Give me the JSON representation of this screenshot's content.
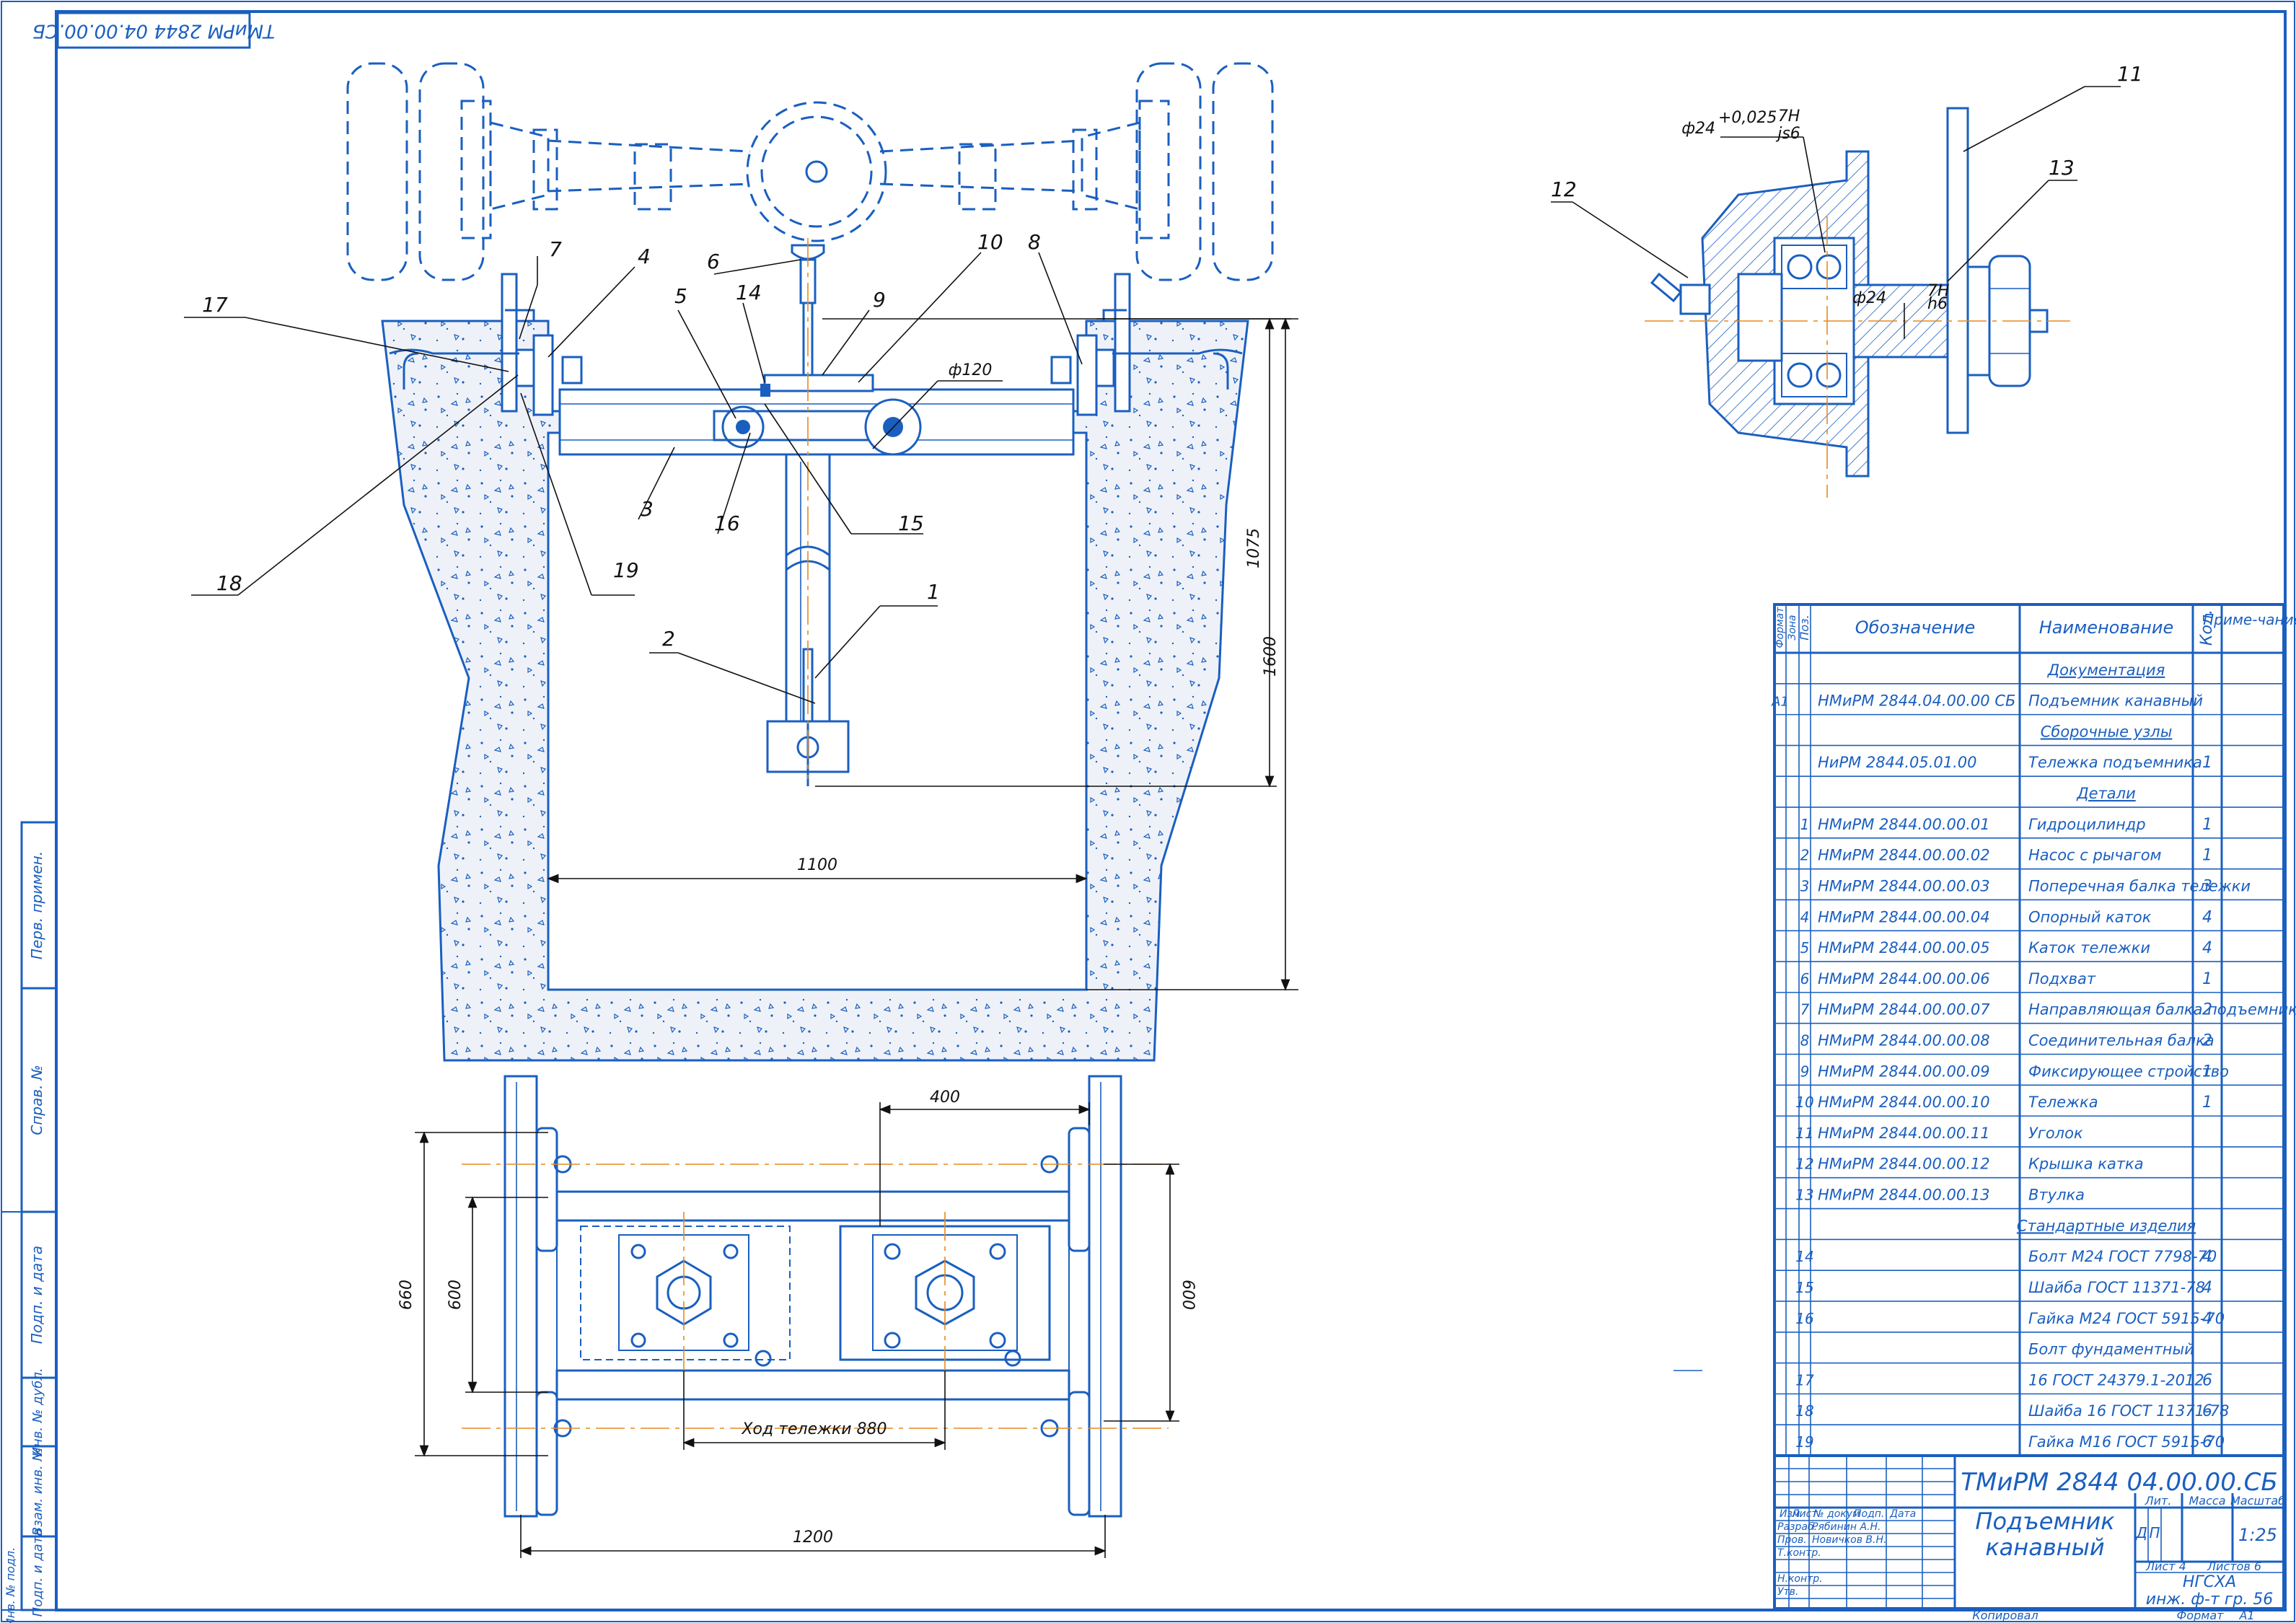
{
  "stamp_top": "ТМиРМ 2844 04.00.00.СБ",
  "leaders": [
    "1",
    "2",
    "3",
    "4",
    "5",
    "6",
    "7",
    "8",
    "9",
    "10",
    "11",
    "12",
    "13",
    "14",
    "15",
    "16",
    "17",
    "18",
    "19"
  ],
  "dims": {
    "d120": "ф120",
    "h1075": "1075",
    "h1600": "1600",
    "w1100": "1100",
    "w400": "400",
    "h660": "660",
    "h600a": "600",
    "h600b": "600",
    "stroke": "Ход тележки 880",
    "w1200": "1200",
    "phi24_fit": "ф24",
    "tol": "+0,025",
    "fit_top": "7H",
    "fit_bot": "js6",
    "phi24_shaft": "ф24",
    "fit2_top": "7H",
    "fit2_bot": "h6"
  },
  "side_stamp": [
    "Перв. примен.",
    "Справ. №",
    "Подп. и дата",
    "Инв. № дубл.",
    "Взам. инв. №",
    "Подп. и дата",
    "Инв. № подл."
  ],
  "spec": {
    "headers": {
      "format": "Формат",
      "zone": "Зона",
      "pos": "Поз.",
      "designation": "Обозначение",
      "name": "Наименование",
      "qty": "Кол.",
      "note": "Приме-чание"
    },
    "rows": [
      {
        "f": "",
        "p": "",
        "d": "",
        "n": "Документация",
        "q": "",
        "section": true
      },
      {
        "f": "А1",
        "p": "",
        "d": "НМиРМ 2844.04.00.00 СБ",
        "n": "Подъемник канавный",
        "q": ""
      },
      {
        "f": "",
        "p": "",
        "d": "",
        "n": "Сборочные узлы",
        "q": "",
        "section": true
      },
      {
        "f": "",
        "p": "",
        "d": "НиРМ 2844.05.01.00",
        "n": "Тележка подъемника",
        "q": "1"
      },
      {
        "f": "",
        "p": "",
        "d": "",
        "n": "Детали",
        "q": "",
        "section": true
      },
      {
        "f": "",
        "p": "1",
        "d": "НМиРМ 2844.00.00.01",
        "n": "Гидроцилиндр",
        "q": "1"
      },
      {
        "f": "",
        "p": "2",
        "d": "НМиРМ 2844.00.00.02",
        "n": "Насос с рычагом",
        "q": "1"
      },
      {
        "f": "",
        "p": "3",
        "d": "НМиРМ 2844.00.00.03",
        "n": "Поперечная балка тележки",
        "q": "3"
      },
      {
        "f": "",
        "p": "4",
        "d": "НМиРМ 2844.00.00.04",
        "n": "Опорный каток",
        "q": "4"
      },
      {
        "f": "",
        "p": "5",
        "d": "НМиРМ 2844.00.00.05",
        "n": "Каток тележки",
        "q": "4"
      },
      {
        "f": "",
        "p": "6",
        "d": "НМиРМ 2844.00.00.06",
        "n": "Подхват",
        "q": "1"
      },
      {
        "f": "",
        "p": "7",
        "d": "НМиРМ 2844.00.00.07",
        "n": "Направляющая балка подъемника",
        "q": "2"
      },
      {
        "f": "",
        "p": "8",
        "d": "НМиРМ 2844.00.00.08",
        "n": "Соединительная балка",
        "q": "2"
      },
      {
        "f": "",
        "p": "9",
        "d": "НМиРМ 2844.00.00.09",
        "n": "Фиксирующее стройство",
        "q": "1"
      },
      {
        "f": "",
        "p": "10",
        "d": "НМиРМ 2844.00.00.10",
        "n": "Тележка",
        "q": "1"
      },
      {
        "f": "",
        "p": "11",
        "d": "НМиРМ 2844.00.00.11",
        "n": "Уголок",
        "q": ""
      },
      {
        "f": "",
        "p": "12",
        "d": "НМиРМ 2844.00.00.12",
        "n": "Крышка катка",
        "q": ""
      },
      {
        "f": "",
        "p": "13",
        "d": "НМиРМ 2844.00.00.13",
        "n": "Втулка",
        "q": ""
      },
      {
        "f": "",
        "p": "",
        "d": "",
        "n": "Стандартные изделия",
        "q": "",
        "section": true
      },
      {
        "f": "",
        "p": "14",
        "d": "",
        "n": "Болт М24 ГОСТ 7798-70",
        "q": "4"
      },
      {
        "f": "",
        "p": "15",
        "d": "",
        "n": "Шайба ГОСТ 11371-78",
        "q": "4"
      },
      {
        "f": "",
        "p": "16",
        "d": "",
        "n": "Гайка М24 ГОСТ 5915-70",
        "q": "4"
      },
      {
        "f": "",
        "p": "",
        "d": "",
        "n": "Болт фундаментный",
        "q": ""
      },
      {
        "f": "",
        "p": "17",
        "d": "",
        "n": "16 ГОСТ 24379.1-2012",
        "q": "6"
      },
      {
        "f": "",
        "p": "18",
        "d": "",
        "n": "Шайба 16 ГОСТ 11371-78",
        "q": "6"
      },
      {
        "f": "",
        "p": "19",
        "d": "",
        "n": "Гайка М16 ГОСТ 5915-70",
        "q": "6"
      }
    ]
  },
  "title_block": {
    "designation": "ТМиРМ 2844 04.00.00.СБ",
    "name_line1": "Подъемник",
    "name_line2": "канавный",
    "col_heads": [
      "Изм",
      "Лист",
      "№ докум",
      "Подп.",
      "Дата"
    ],
    "roles": [
      "Разраб.",
      "Пров.",
      "Т.контр.",
      "",
      "Н.контр.",
      "Утв."
    ],
    "people": [
      "Рябинин А.Н.",
      "Новичков В.Н."
    ],
    "lit_label": "Лит.",
    "lit_values": [
      "Д",
      "П"
    ],
    "mass_label": "Масса",
    "scale_label": "Масштаб",
    "scale": "1:25",
    "sheet": "Лист  4",
    "sheets": "Листов  6",
    "org_line1": "НГСХА",
    "org_line2": "инж. ф-т гр. 56",
    "copied": "Копировал",
    "format_label": "Формат",
    "format": "А1"
  }
}
